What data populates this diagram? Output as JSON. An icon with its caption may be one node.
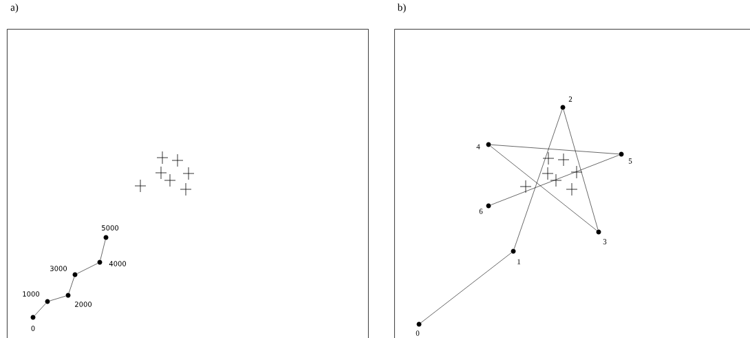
{
  "diagram": {
    "nodes": [
      {
        "text": [
          "a)"
        ]
      },
      {
        "text": [],
        "shape": "circle",
        "beside": [
          "0"
        ],
        "in": 0
      },
      {
        "text": [],
        "shape": "circle",
        "beside": [
          "1000"
        ],
        "in": 0
      },
      {
        "text": [],
        "shape": "circle",
        "beside": [
          "2000"
        ],
        "in": 0
      },
      {
        "text": [],
        "shape": "circle",
        "beside": [
          "3000"
        ],
        "in": 0
      },
      {
        "text": [],
        "shape": "circle",
        "beside": [
          "4000"
        ],
        "in": 0
      },
      {
        "text": [],
        "shape": "circle",
        "beside": [
          "5000"
        ],
        "in": 0
      },
      {
        "text": [
          "b)"
        ]
      },
      {
        "text": [],
        "shape": "circle",
        "beside": [
          "0"
        ],
        "in": 7
      },
      {
        "text": [],
        "shape": "circle",
        "beside": [
          "1"
        ],
        "in": 7
      },
      {
        "text": [],
        "shape": "circle",
        "beside": [
          "2"
        ],
        "in": 7
      },
      {
        "text": [],
        "shape": "circle",
        "beside": [
          "3"
        ],
        "in": 7
      },
      {
        "text": [],
        "shape": "circle",
        "beside": [
          "4"
        ],
        "in": 7
      },
      {
        "text": [],
        "shape": "circle",
        "beside": [
          "5"
        ],
        "in": 7
      },
      {
        "text": [],
        "shape": "circle",
        "beside": [
          "6"
        ],
        "in": 7
      }
    ],
    "edges": [
      {
        "from": 1,
        "to": 2,
        "arrow": "none"
      },
      {
        "from": 2,
        "to": 3,
        "arrow": "none"
      },
      {
        "from": 3,
        "to": 4,
        "arrow": "none"
      },
      {
        "from": 4,
        "to": 5,
        "arrow": "none"
      },
      {
        "from": 5,
        "to": 6,
        "arrow": "none"
      },
      {
        "from": 8,
        "to": 9,
        "arrow": "none"
      },
      {
        "from": 9,
        "to": 10,
        "arrow": "none"
      },
      {
        "from": 10,
        "to": 11,
        "arrow": "none"
      },
      {
        "from": 11,
        "to": 12,
        "arrow": "none"
      },
      {
        "from": 12,
        "to": 13,
        "arrow": "none"
      },
      {
        "from": 13,
        "to": 14,
        "arrow": "none"
      }
    ]
  }
}
